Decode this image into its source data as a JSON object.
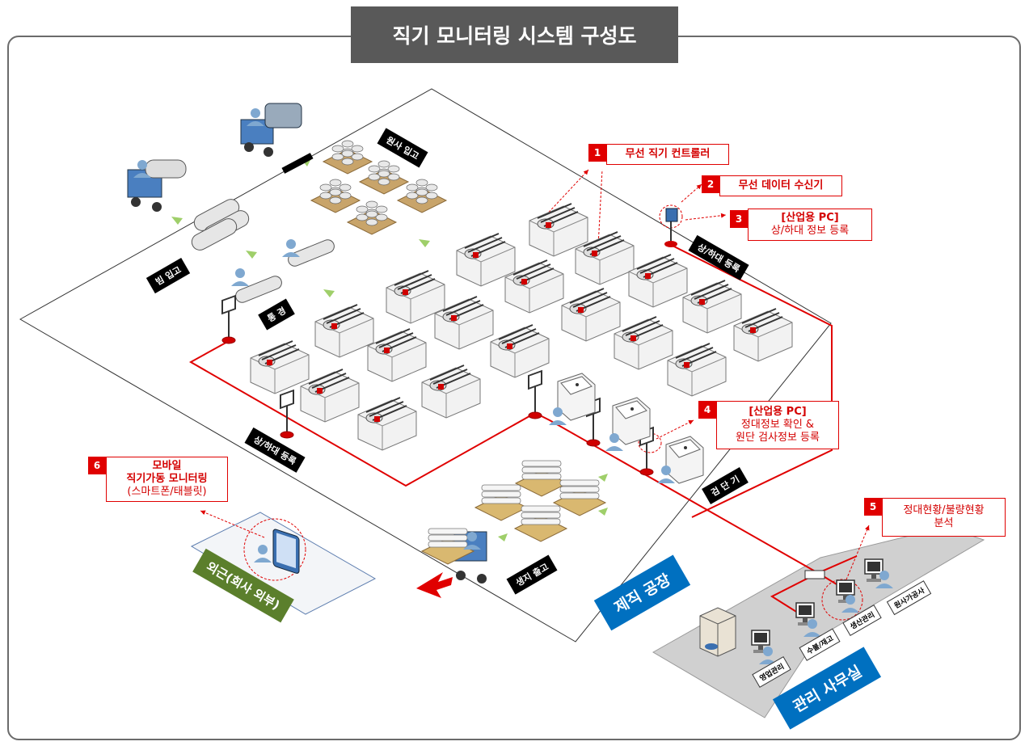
{
  "title": "직기 모니터링 시스템 구성도",
  "callouts": [
    {
      "num": "1",
      "lines": [
        "무선 직기 컨트롤러"
      ]
    },
    {
      "num": "2",
      "lines": [
        "무선 데이터 수신기"
      ]
    },
    {
      "num": "3",
      "lines": [
        "[산업용 PC]",
        "상/하대 정보 등록"
      ]
    },
    {
      "num": "4",
      "lines": [
        "[산업용 PC]",
        "정대정보 확인 &",
        "원단 검사정보 등록"
      ]
    },
    {
      "num": "5",
      "lines": [
        "정대현황/불량현황",
        "분석"
      ]
    },
    {
      "num": "6",
      "lines": [
        "모바일",
        "직기가동 모니터링",
        "(스마트폰/태블릿)"
      ]
    }
  ],
  "zones": {
    "raw_input": "원사 입고",
    "beam_input": "빔 입고",
    "pass": "통 경",
    "load_top": "상/하대 등록",
    "load_left": "상/하대 등록",
    "inspect": "검 단 기",
    "fabric_out": "생지 출고"
  },
  "areas": {
    "factory": "제직 공장",
    "office": "관리 사무실",
    "outside": "외근(회사 외부)"
  },
  "office_desks": [
    "영업관리",
    "수불/재고",
    "생산관리",
    "원사가공사"
  ],
  "colors": {
    "accent": "#e00000",
    "factory_blue": "#0070c0",
    "office_blue": "#0070c0",
    "outside_green": "#5b7f2c",
    "title_bg": "#595959"
  }
}
